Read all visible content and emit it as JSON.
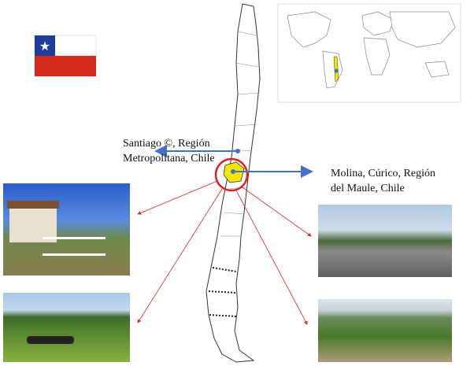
{
  "labels": {
    "santiago": [
      "Santiago ©, Región",
      "Metropolitana, Chile"
    ],
    "molina": [
      "Molina, Cúrico, Región",
      "del Maule, Chile"
    ]
  },
  "colors": {
    "blue_arrow": "#4472c4",
    "red": "#e02020",
    "highlight": "#f5e600",
    "flag_blue": "#1f3e9c",
    "flag_red": "#d52b1e"
  }
}
